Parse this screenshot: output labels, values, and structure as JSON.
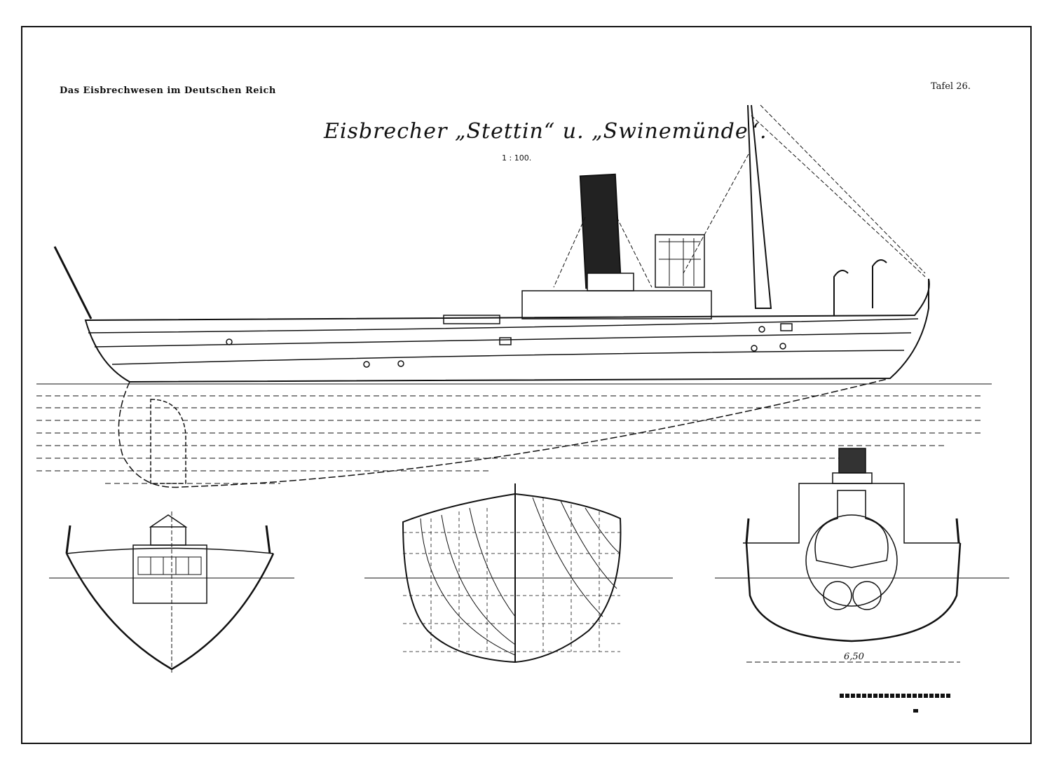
{
  "header": {
    "series_title": "Das Eisbrechwesen im Deutschen Reich",
    "plate": "Tafel 26."
  },
  "drawing": {
    "title": "Eisbrecher „Stettin“ u. „Swinemünde“.",
    "scale": "1 : 100.",
    "views": [
      "side-elevation",
      "cross-section-cabin",
      "body-plan",
      "cross-section-boiler"
    ],
    "dimension_label": "6,50"
  }
}
